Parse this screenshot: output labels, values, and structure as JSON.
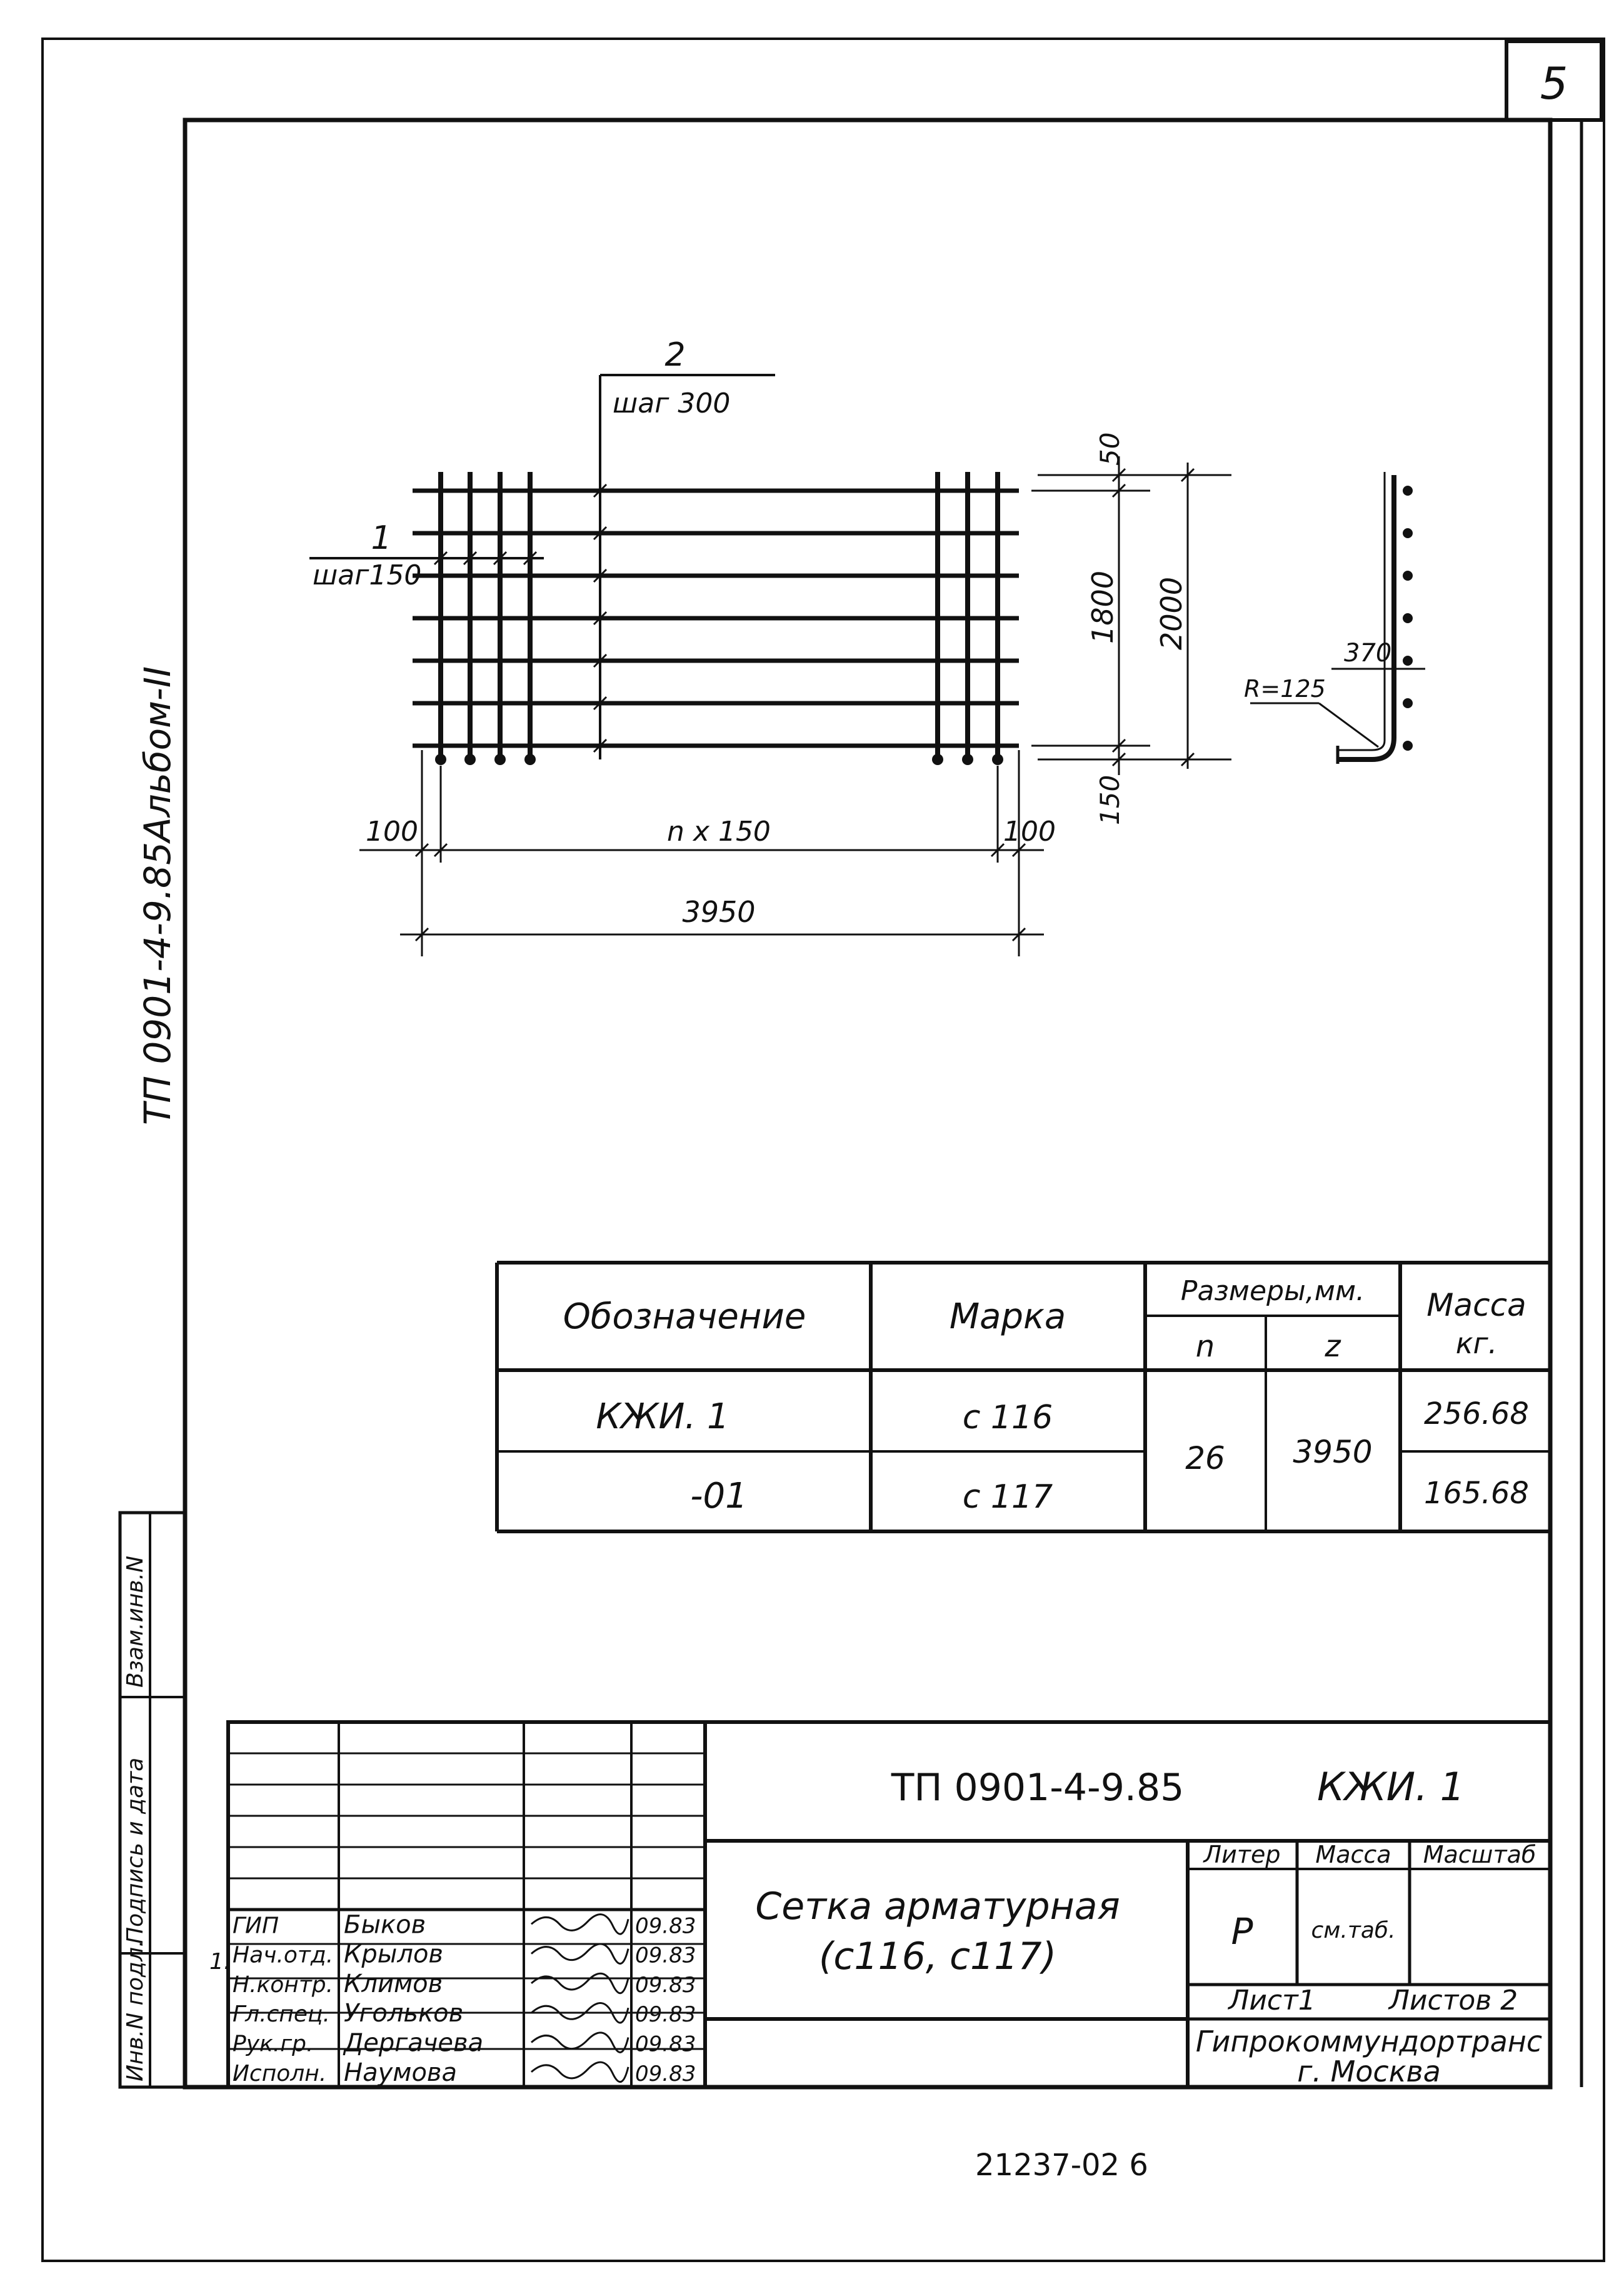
{
  "sheet": {
    "page_number": "5",
    "side_code": "ТП 0901-4-9.85Альбом-II",
    "bottom_code": "21237-02   6"
  },
  "drawing": {
    "callout_1_pos": "1",
    "callout_1_step": "шаг150",
    "callout_2_pos": "2",
    "callout_2_step": "шаг 300",
    "dim_left": "100",
    "dim_mid": "n x 150",
    "dim_right": "100",
    "dim_total": "3950",
    "dim_top": "50",
    "dim_span": "1800",
    "dim_bottom": "150",
    "dim_height": "2000",
    "side_dim": "370",
    "side_radius": "R=125"
  },
  "spec_table": {
    "h_designation": "Обозначение",
    "h_mark": "Марка",
    "h_sizes": "Размеры,мм.",
    "h_n": "n",
    "h_z": "z",
    "h_mass_1": "Масса",
    "h_mass_2": "кг.",
    "rows": [
      {
        "designation": "КЖИ. 1",
        "mark": "с 116",
        "mass": "256.68"
      },
      {
        "designation": "-01",
        "mark": "с 117",
        "mass": "165.68"
      }
    ],
    "n": "26",
    "z": "3950"
  },
  "side_stamp": {
    "inv_orig": "Инв.N подл.",
    "sign_date": "Подпись и дата",
    "inv_replace": "Взам.инв.N"
  },
  "title_block": {
    "doc_code": "ТП 0901-4-9.85",
    "doc_mark": "КЖИ. 1",
    "title_1": "Сетка арматурная",
    "title_2": "(с116, с117)",
    "h_liter": "Литер",
    "h_mass": "Масса",
    "h_scale": "Масштаб",
    "liter": "Р",
    "mass": "см.таб.",
    "sheet_label": "Лист1",
    "sheets_label": "Листов 2",
    "org_1": "Гипрокоммундортранс",
    "org_2": "г. Москва",
    "margin_mark": "1.",
    "people": [
      {
        "role": "ГИП",
        "name": "Быков",
        "date": "09.83"
      },
      {
        "role": "Нач.отд.",
        "name": "Крылов",
        "date": "09.83"
      },
      {
        "role": "Н.контр.",
        "name": "Климов",
        "date": "09.83"
      },
      {
        "role": "Гл.спец.",
        "name": "Угольков",
        "date": "09.83"
      },
      {
        "role": "Рук.гр.",
        "name": "Дергачева",
        "date": "09.83"
      },
      {
        "role": "Исполн.",
        "name": "Наумова",
        "date": "09.83"
      }
    ]
  }
}
